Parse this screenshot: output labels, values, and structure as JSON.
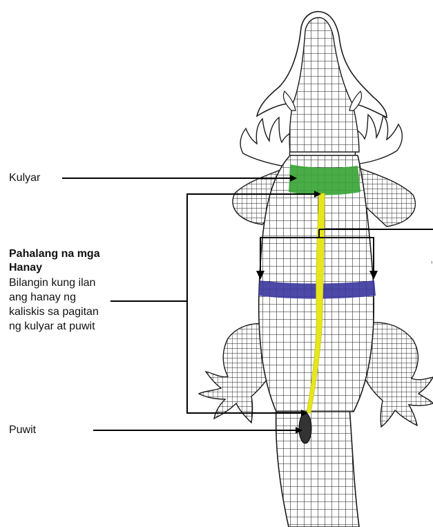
{
  "labels": {
    "kulyar": "Kulyar",
    "puwit": "Puwit",
    "pahalang_title_line1": "Pahalang na mga",
    "pahalang_title_line2": "Hanay",
    "pahalang_desc_line1": "Bilangin kung ilan",
    "pahalang_desc_line2": "ang hanay ng",
    "pahalang_desc_line3": "kaliskis sa pagitan",
    "pahalang_desc_line4": "ng kulyar at puwit"
  },
  "colors": {
    "collar_band": "#3aa537",
    "midbody_band": "#3d3aa0",
    "ventral_line": "#e6e61e",
    "outline": "#1a1a1a",
    "arrow": "#000000"
  }
}
